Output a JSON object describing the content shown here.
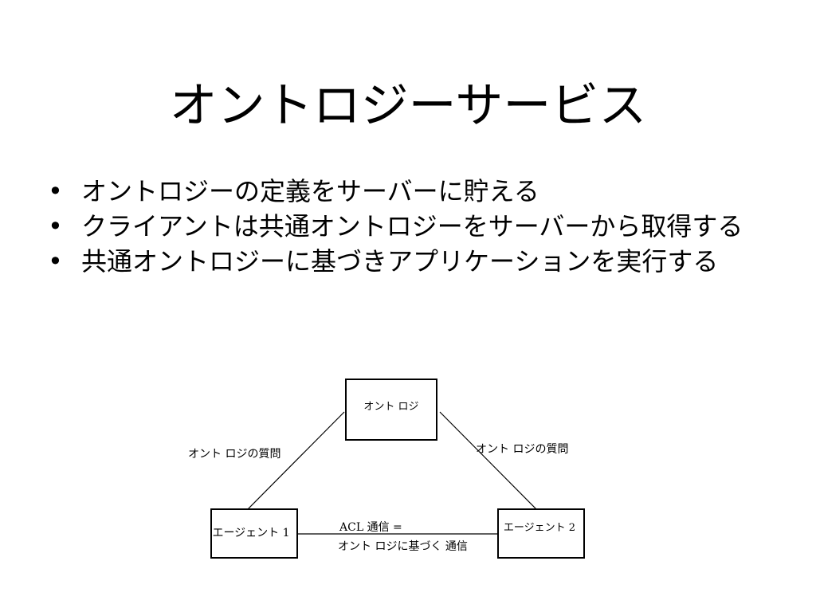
{
  "slide": {
    "title": "オントロジーサービス",
    "bullets": [
      "オントロジーの定義をサーバーに貯える",
      "クライアントは共通オントロジーをサーバーから取得する",
      "共通オントロジーに基づきアプリケーションを実行する"
    ],
    "bullet_marker": "•"
  },
  "diagram": {
    "nodes": {
      "ontology": "オント ロジ",
      "agent1": "エージェント 1",
      "agent2": "エージェント 2"
    },
    "edges": {
      "left": "オント ロジの質問",
      "right": "オント ロジの質問",
      "bottom_line1": "ACL 通信 =",
      "bottom_line2": "オント ロジに基づく 通信"
    }
  }
}
